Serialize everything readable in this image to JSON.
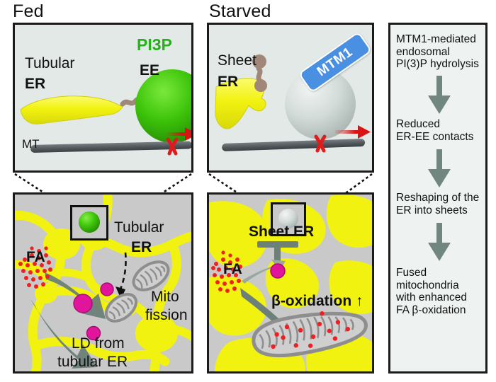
{
  "figure": {
    "titles": {
      "fed": "Fed",
      "starved": "Starved"
    }
  },
  "panels": {
    "fed_top": {
      "name": "Fed top schematic",
      "labels": {
        "tubular": "Tubular",
        "er": "ER",
        "pi3p": "PI3P",
        "ee": "EE",
        "mt": "MT"
      }
    },
    "starved_top": {
      "name": "Starved top schematic",
      "labels": {
        "sheet": "Sheet",
        "er": "ER",
        "mtm1": "MTM1"
      }
    },
    "fed_bottom": {
      "name": "Fed cell overview",
      "labels": {
        "fa": "FA",
        "tubular": "Tubular",
        "er": "ER",
        "mito": "Mito",
        "fission": "fission",
        "ld_line1": "LD from",
        "ld_line2": "tubular ER"
      }
    },
    "starved_bottom": {
      "name": "Starved cell overview",
      "labels": {
        "fa": "FA",
        "sheet_er": "Sheet ER",
        "beta_oxidation": "β-oxidation ↑"
      }
    },
    "summary": {
      "name": "Mechanism summary flow",
      "steps": [
        {
          "lines": [
            "MTM1-mediated",
            "endosomal",
            "PI(3)P hydrolysis"
          ]
        },
        {
          "lines": [
            "Reduced",
            "ER-EE contacts"
          ]
        },
        {
          "lines": [
            "Reshaping of the",
            "ER into sheets"
          ]
        },
        {
          "lines": [
            "Fused",
            "mitochondria",
            "with enhanced",
            "FA β-oxidation"
          ]
        }
      ],
      "arrow_count": 3
    }
  },
  "colors": {
    "er_yellow": "#f2f211",
    "ee_green": "#3cc409",
    "pi3p_green": "#22b314",
    "panel_top_bg": "#e2e9e7",
    "panel_bottom_bg": "#c9c9c9",
    "summary_bg": "#eef3f2",
    "microtubule_gray": "#5c6166",
    "motor_red": "#e01b1b",
    "arrow_gray": "#6c8078",
    "summary_arrow": "#70867e",
    "linker_brown": "#a08778",
    "mtm1_blue": "#4a90e2",
    "ld_magenta": "#e0159c",
    "fa_red": "#ef2020",
    "mito_gray": "#a3a3a3",
    "border_black": "#1b1b1b"
  },
  "icons": {
    "right_arrow": "motility-arrow-icon",
    "down_arrow": "flow-arrow-icon",
    "inhibition_bar": "inhibition-bar-icon",
    "dashed_pointer": "dashed-pointer-icon"
  }
}
